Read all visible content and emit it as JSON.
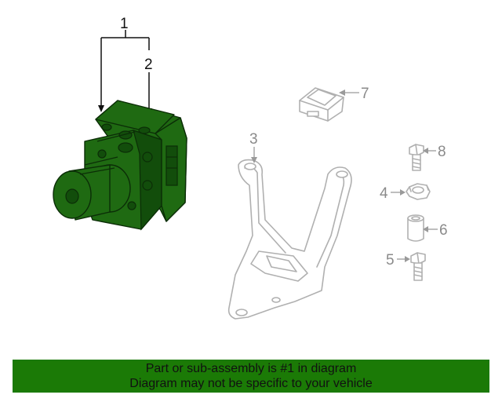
{
  "diagram": {
    "callouts": [
      "1",
      "2",
      "3",
      "4",
      "5",
      "6",
      "7",
      "8"
    ]
  },
  "banner": {
    "line1": "Part or sub-assembly is #1 in diagram",
    "line2": "Diagram may not be specific to your vehicle",
    "color": "#1b7a06"
  },
  "colors": {
    "highlight_part": "#1f6a12",
    "other_parts": "#b0b0b0"
  }
}
